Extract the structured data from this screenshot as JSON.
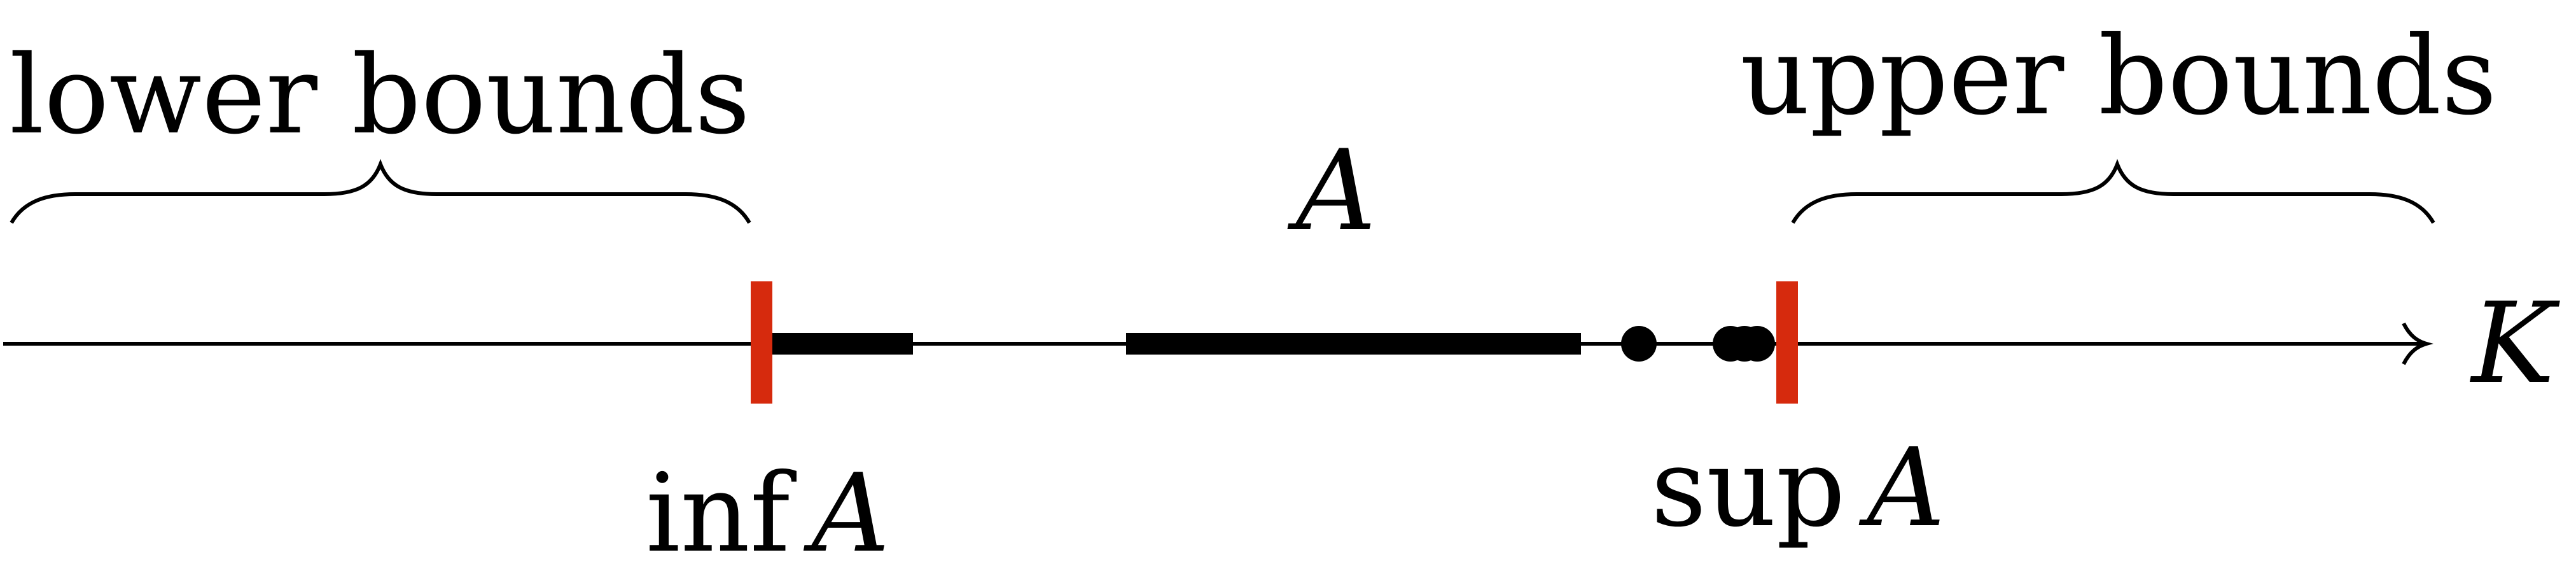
{
  "labels": {
    "lower_bounds": "lower bounds",
    "upper_bounds": "upper bounds",
    "set_name": "A",
    "axis_name": "K",
    "inf_word": "inf",
    "inf_set": "A",
    "sup_word": "sup",
    "sup_set": "A"
  },
  "colors": {
    "line": "#000000",
    "bound_marker": "#d62a0d",
    "background": "#ffffff"
  },
  "shapes": {
    "arrow": "arrowhead",
    "braces": "curly-brace",
    "points": "filled-dot"
  }
}
